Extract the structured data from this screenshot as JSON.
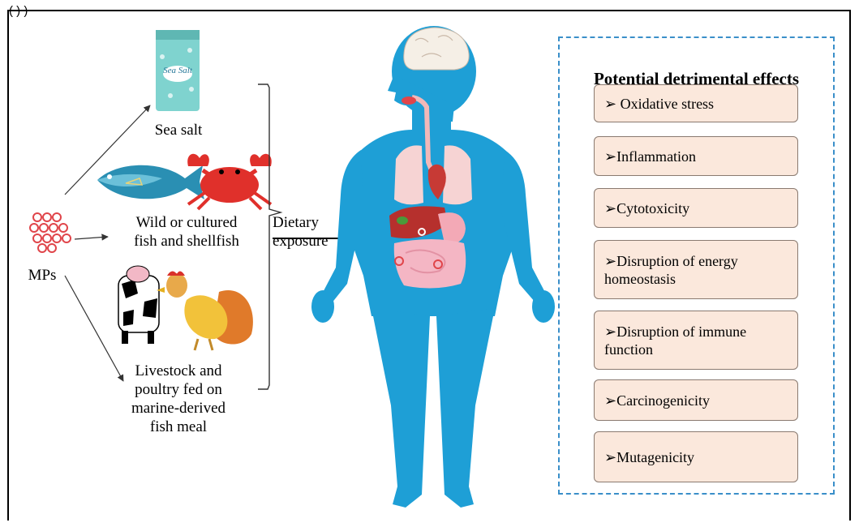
{
  "header_fragment": "(          )        )",
  "sources": {
    "mps_label": "MPs",
    "sea_salt_label": "Sea salt",
    "sea_salt_pack_text": "Sea Salt",
    "fish_label_line1": "Wild or cultured",
    "fish_label_line2": "fish and shellfish",
    "livestock_line1": "Livestock and",
    "livestock_line2": "poultry fed on",
    "livestock_line3": "marine-derived",
    "livestock_line4": "fish meal"
  },
  "exposure": {
    "line1": "Dietary",
    "line2": "exposure"
  },
  "effects_panel": {
    "title": "Potential detrimental effects",
    "items": [
      {
        "line1": "➢ Oxidative stress",
        "line2": ""
      },
      {
        "line1": "➢Inflammation",
        "line2": ""
      },
      {
        "line1": "➢Cytotoxicity",
        "line2": ""
      },
      {
        "line1": "➢Disruption of energy",
        "line2": "homeostasis"
      },
      {
        "line1": "➢Disruption of immune",
        "line2": "function"
      },
      {
        "line1": "➢Carcinogenicity",
        "line2": ""
      },
      {
        "line1": "➢Mutagenicity",
        "line2": ""
      }
    ]
  },
  "colors": {
    "body": "#1e9fd6",
    "panel_border": "#3a8fc9",
    "box_fill": "#fbe8dc",
    "mp_red": "#e0454a"
  }
}
